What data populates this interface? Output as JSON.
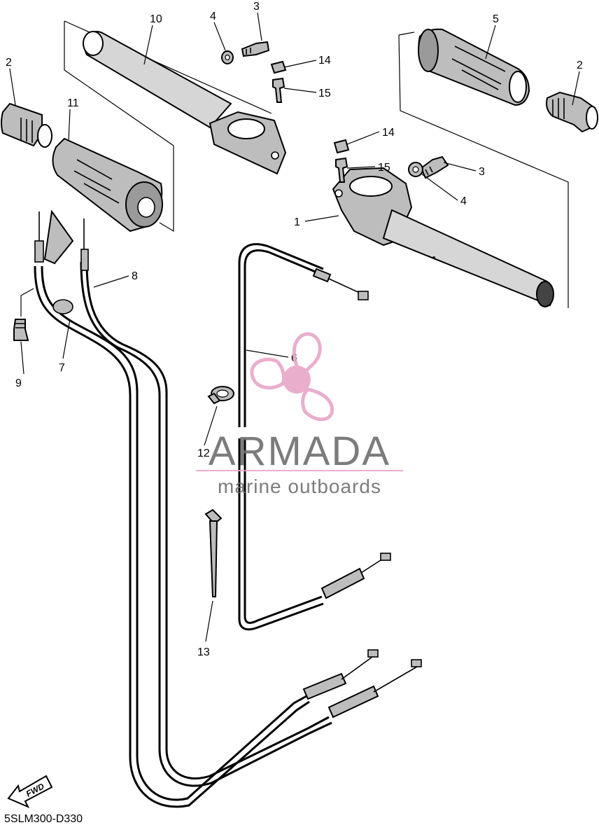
{
  "diagram": {
    "code": "5SLM300-D330",
    "fwd_label": "FWD",
    "callouts": [
      "1",
      "2",
      "2",
      "3",
      "3",
      "4",
      "4",
      "5",
      "6",
      "7",
      "8",
      "9",
      "10",
      "11",
      "12",
      "13",
      "14",
      "14",
      "15",
      "15"
    ]
  },
  "watermark": {
    "brand": "ARMADA",
    "tagline": "marine outboards",
    "colors": {
      "brand_text": "#6e6e6e",
      "logo": "#e8a6c8",
      "logo_dark": "#d988b3"
    }
  }
}
